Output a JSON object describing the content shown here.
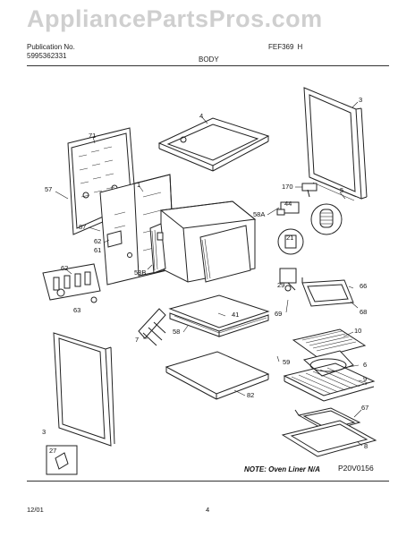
{
  "header": {
    "watermark": "AppliancePartsPros.com",
    "publication_label": "Publication No.",
    "publication_number": "5995362331",
    "model_prefix": "FEF369",
    "model_suffix": "H",
    "section_title": "BODY"
  },
  "parts": {
    "p71": "71",
    "p1": "1",
    "p4": "4",
    "p3top": "3",
    "p57": "57",
    "p87": "87",
    "p62a": "62",
    "p61": "61",
    "p170": "170",
    "p44": "44",
    "p5": "5",
    "p58A": "58A",
    "p21": "21",
    "p58B": "58B",
    "p62b": "62",
    "p63": "63",
    "p29": "29",
    "p66": "66",
    "p68": "68",
    "p69": "69",
    "p41": "41",
    "p7": "7",
    "p58": "58",
    "p10": "10",
    "p59": "59",
    "p6": "6",
    "p9": "9",
    "p82": "82",
    "p3bot": "3",
    "p67": "67",
    "p27": "27",
    "p8": "8"
  },
  "footer": {
    "note": "NOTE: Oven Liner N/A",
    "figure_code": "P20V0156",
    "date": "12/01",
    "page_number": "4"
  }
}
